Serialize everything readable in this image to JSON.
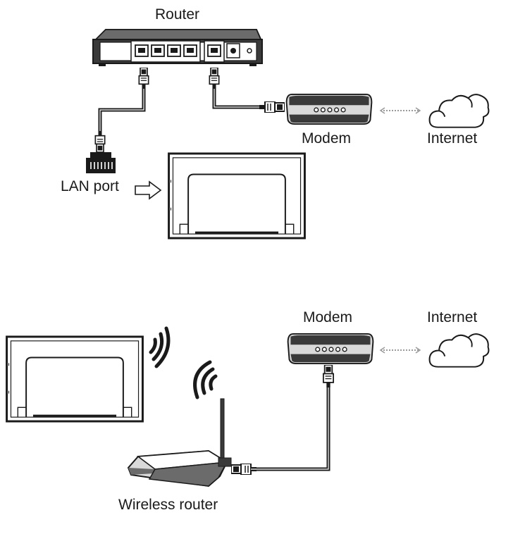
{
  "wired": {
    "router_label": "Router",
    "modem_label": "Modem",
    "internet_label": "Internet",
    "lan_port_label": "LAN port"
  },
  "wireless": {
    "modem_label": "Modem",
    "internet_label": "Internet",
    "wireless_router_label": "Wireless router"
  },
  "colors": {
    "line": "#1a1a1a",
    "device_dark": "#3a3a3a",
    "device_mid": "#6b6b6b",
    "device_light": "#d9d9d9",
    "dotted": "#9a9a9a"
  }
}
